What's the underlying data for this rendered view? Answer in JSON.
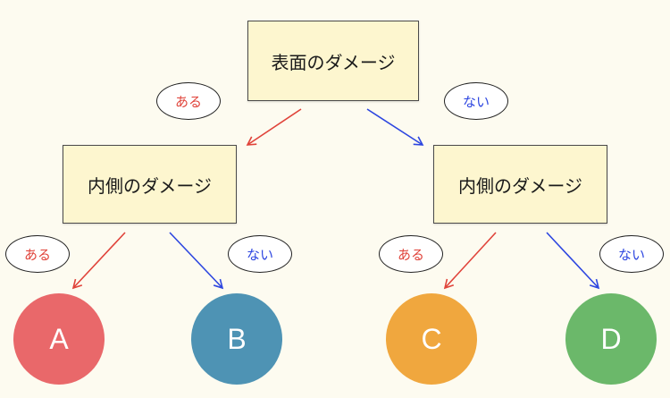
{
  "nodes": {
    "root": {
      "label": "表面のダメージ"
    },
    "left": {
      "label": "内側のダメージ"
    },
    "right": {
      "label": "内側のダメージ"
    }
  },
  "edge_labels": {
    "yes": "ある",
    "no": "ない"
  },
  "outcomes": [
    {
      "label": "A",
      "color": "#e9686a"
    },
    {
      "label": "B",
      "color": "#4e93b4"
    },
    {
      "label": "C",
      "color": "#f0a73e"
    },
    {
      "label": "D",
      "color": "#6bb86a"
    }
  ],
  "colors": {
    "yes": "#e0433a",
    "no": "#2d46e0",
    "box_fill": "#fdf6cf",
    "background": "#fdfbf0"
  }
}
